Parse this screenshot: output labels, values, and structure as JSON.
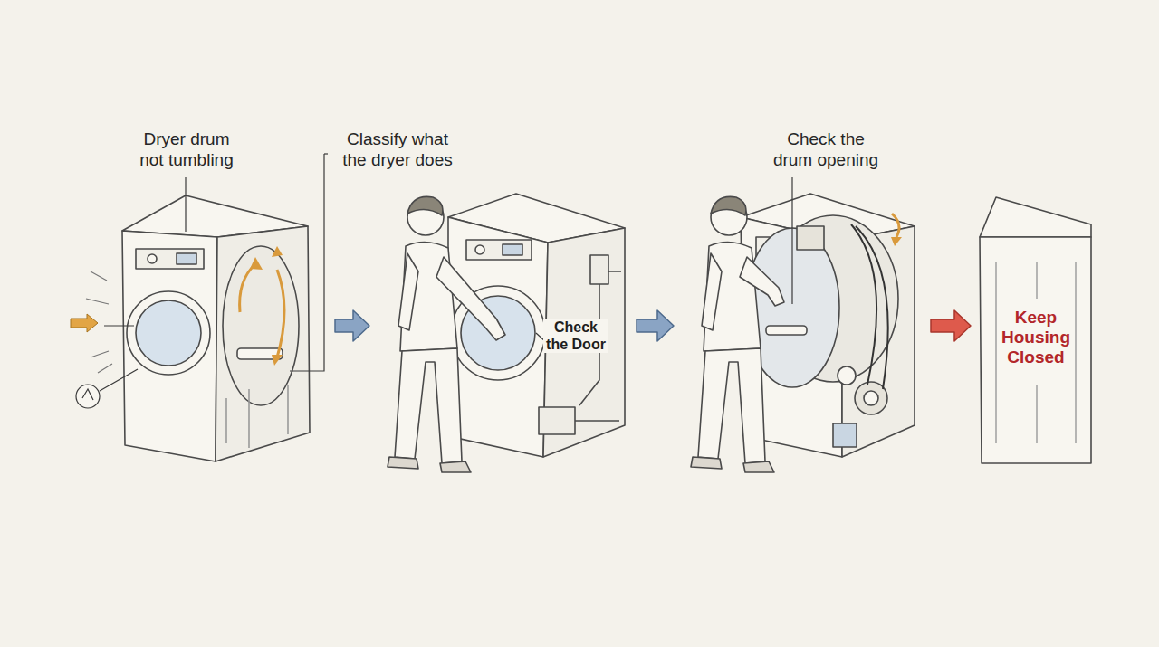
{
  "diagram": {
    "nodes": [
      {
        "text": [
          "Dryer drum not tumbling"
        ]
      },
      {
        "text": [
          "Check the Door"
        ]
      },
      {
        "text": [
          "Check the drum opening"
        ]
      },
      {
        "text": [
          "Keep Housing Closed"
        ]
      }
    ],
    "edges": [
      {
        "from": 0,
        "to": 1,
        "arrow": "to"
      },
      {
        "from": 1,
        "to": 2,
        "arrow": "to"
      },
      {
        "from": 2,
        "to": 3,
        "arrow": "to"
      }
    ],
    "labels": [
      "Classify what the dryer does"
    ]
  }
}
